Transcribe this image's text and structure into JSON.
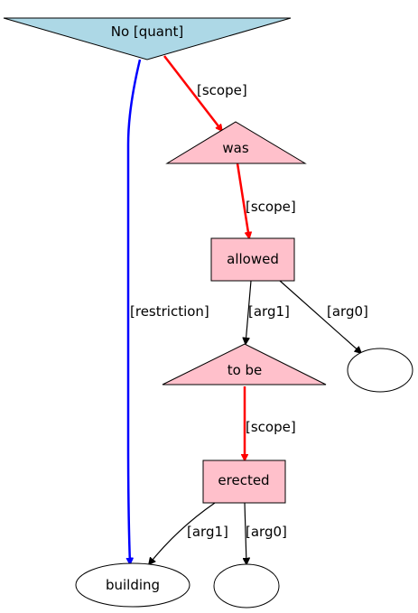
{
  "colors": {
    "quant_fill": "#add8e6",
    "predicate_fill": "#ffc0cb",
    "scope_edge": "#ff0000",
    "restriction_edge": "#0000ff",
    "arg_edge": "#000000"
  },
  "nodes": {
    "no_quant": {
      "label": "No [quant]"
    },
    "was": {
      "label": "was"
    },
    "allowed": {
      "label": "allowed"
    },
    "to_be": {
      "label": "to be"
    },
    "erected": {
      "label": "erected"
    },
    "building": {
      "label": "building"
    },
    "empty_arg0_allowed": {
      "label": ""
    },
    "empty_arg0_erected": {
      "label": ""
    }
  },
  "edges": {
    "no_was": {
      "label": "[scope]"
    },
    "no_building": {
      "label": "[restriction]"
    },
    "was_allowed": {
      "label": "[scope]"
    },
    "allowed_tobe": {
      "label": "[arg1]"
    },
    "allowed_empty": {
      "label": "[arg0]"
    },
    "tobe_erected": {
      "label": "[scope]"
    },
    "erected_building": {
      "label": "[arg1]"
    },
    "erected_empty": {
      "label": "[arg0]"
    }
  }
}
